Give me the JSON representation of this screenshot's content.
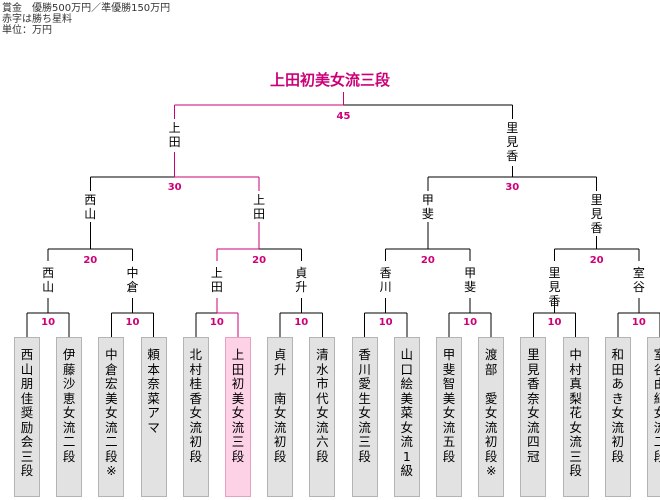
{
  "notes": [
    "賞金　優勝500万円／準優勝150万円",
    "赤字は勝ち星料",
    "単位：万円"
  ],
  "colors": {
    "win_line": "#cc0077",
    "line": "#000000",
    "player_bg": "#e2e2e2",
    "winner_bg": "#fdd2e6"
  },
  "champion": "上田初美女流三段",
  "final": {
    "score": "45",
    "left": "上田",
    "right": "里見香"
  },
  "semifinals": [
    {
      "score": "30",
      "left": "西山",
      "right": "上田"
    },
    {
      "score": "30",
      "left": "甲斐",
      "right": "里見香"
    }
  ],
  "quarterfinals": [
    {
      "score": "20",
      "left": "西山",
      "right": "中倉"
    },
    {
      "score": "20",
      "left": "上田",
      "right": "貞升"
    },
    {
      "score": "20",
      "left": "香川",
      "right": "甲斐"
    },
    {
      "score": "20",
      "left": "里見香",
      "right": "室谷"
    }
  ],
  "first_round_scores": [
    "10",
    "10",
    "10",
    "10",
    "10",
    "10",
    "10",
    "10"
  ],
  "players": [
    "西山朋佳奨励会三段",
    "伊藤沙恵女流二段",
    "中倉宏美女流二段※",
    "頼本奈菜アマ",
    "北村桂香女流初段",
    "上田初美女流三段",
    "貞升　南女流初段",
    "清水市代女流六段",
    "香川愛生女流三段",
    "山口絵美菜女流1級",
    "甲斐智美女流五段",
    "渡部　愛女流初段※",
    "里見香奈女流四冠",
    "中村真梨花女流三段",
    "和田あき女流初段",
    "室谷由紀女流二段"
  ]
}
